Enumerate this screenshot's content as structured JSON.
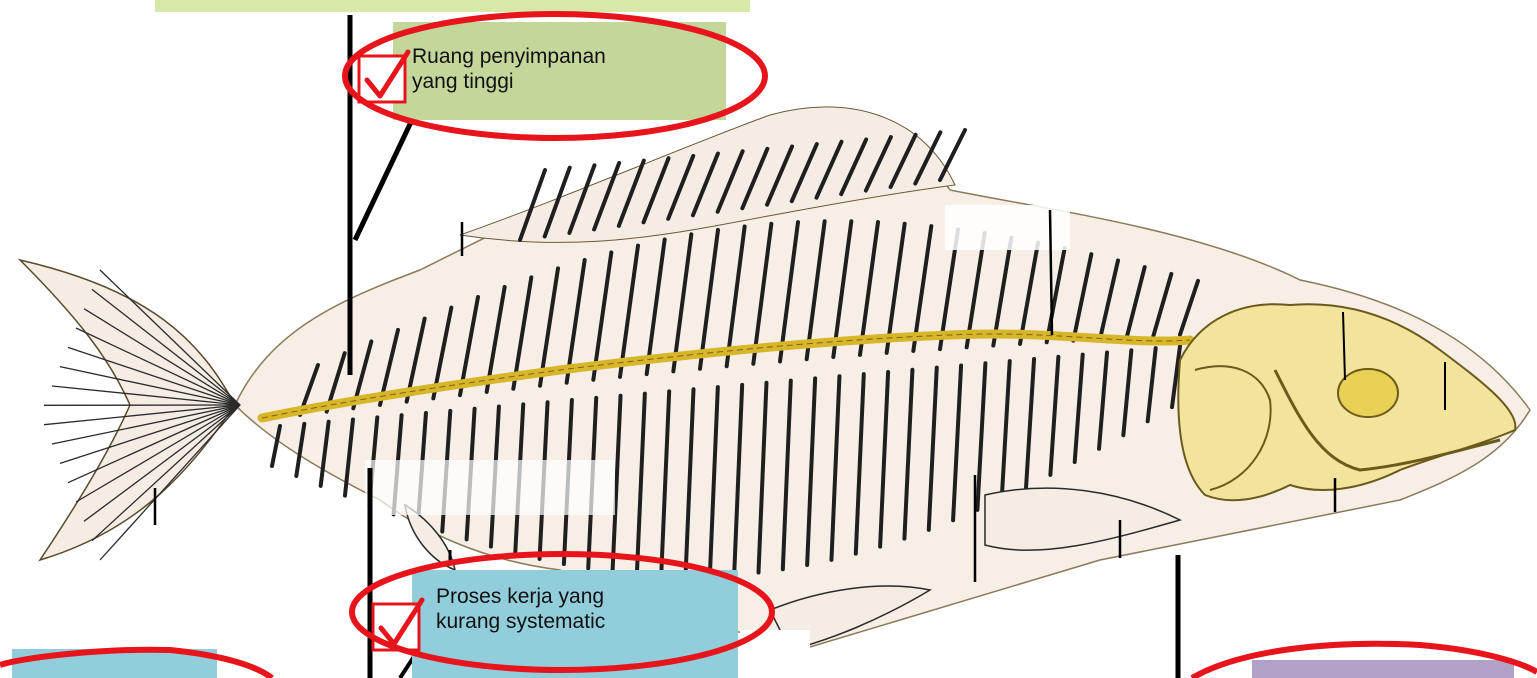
{
  "colors": {
    "green_box": "#c4d79b",
    "green_box_top": "#d7e8a8",
    "blue_box": "#92cddc",
    "purple_box": "#b2a1c7",
    "circle_red": "#e8141c",
    "check_red": "#e8141c",
    "bone_yellow": "#f2e49c",
    "bone_outline": "#6b5a1a",
    "body_fill": "#f7eee6",
    "bone_line": "#1a1a1a",
    "spine": "#d8b62a"
  },
  "icons": [
    "checkbox-check-icon",
    "checkbox-check-icon"
  ],
  "labels": [
    {
      "id": "storage",
      "lines": [
        "Ruang penyimpanan",
        "yang tinggi"
      ],
      "checked": true
    },
    {
      "id": "process",
      "lines": [
        "Proses kerja yang",
        "kurang systematic"
      ],
      "checked": true
    }
  ]
}
